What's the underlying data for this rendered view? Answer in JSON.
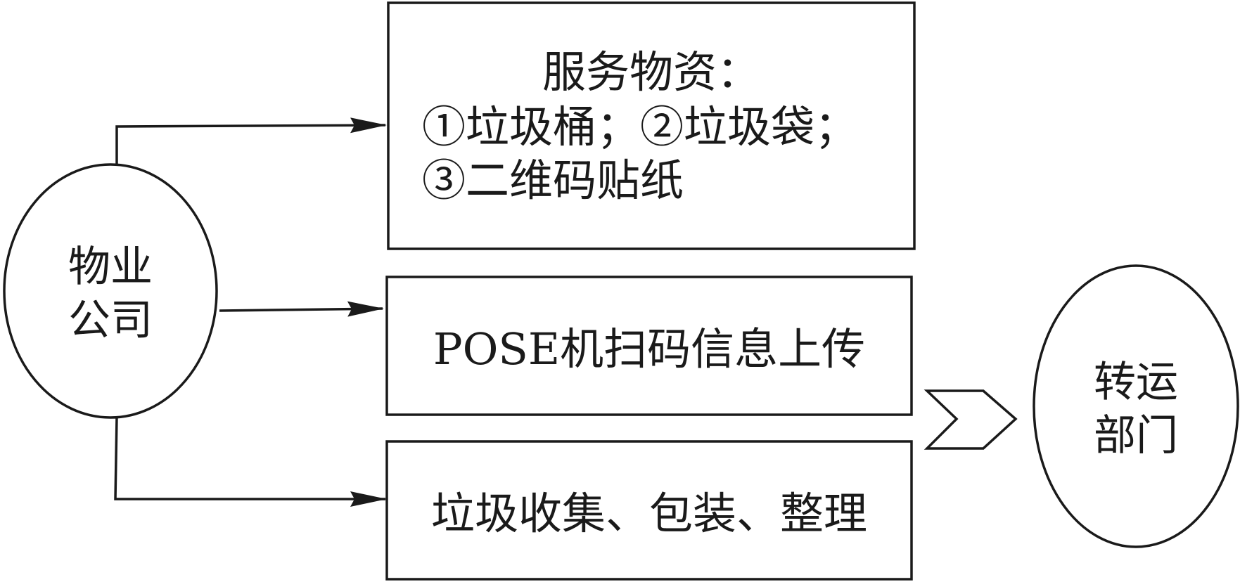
{
  "left_node": {
    "line1": "物业",
    "line2": "公司"
  },
  "right_node": {
    "line1": "转运",
    "line2": "部门"
  },
  "box_supplies": {
    "line1": "服务物资：",
    "line2": "①垃圾桶；②垃圾袋；",
    "line3": "③二维码贴纸"
  },
  "box_scan": {
    "line1": "POSE机扫码信息上传"
  },
  "box_collect": {
    "line1": "垃圾收集、包装、整理"
  },
  "colors": {
    "stroke": "#1a1a1a",
    "background": "#ffffff"
  }
}
